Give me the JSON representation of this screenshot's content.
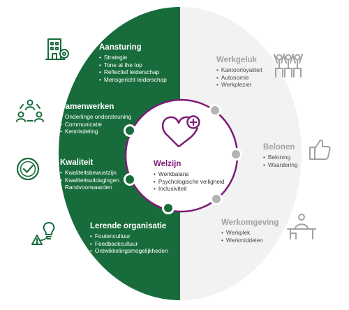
{
  "colors": {
    "green": "#186c3b",
    "light_grey": "#f2f2f2",
    "purple": "#7b1b75",
    "node_grey": "#b3b3b3"
  },
  "center": {
    "title": "Welzijn",
    "items": [
      "Werkbalans",
      "Psychologische veiligheid",
      "Inclusiviteit"
    ],
    "icon": "heart-plus-icon"
  },
  "left_sections": [
    {
      "title": "Aansturing",
      "items": [
        "Strategie",
        "Tone at the top",
        "Reflectief leiderschap",
        "Mensgericht leiderschap"
      ],
      "icon": "building-gear-icon"
    },
    {
      "title": "Samenwerken",
      "items": [
        "Onderlinge ondersteuning",
        "Communicatie",
        "Kennisdeling"
      ],
      "icon": "people-cycle-icon"
    },
    {
      "title": "Kwaliteit",
      "items": [
        "Kwaliteitsbewustzijn",
        "Kwaliteitsuitdagingen",
        "Randvoorwaarden"
      ],
      "icon": "check-circle-icon"
    },
    {
      "title": "Lerende organisatie",
      "items": [
        "Foutencultuur",
        "Feedbackcultuur",
        "Ontwikkelingsmogelijkheden"
      ],
      "icon": "lightbulb-warning-icon"
    }
  ],
  "right_sections": [
    {
      "title": "Werkgeluk",
      "items": [
        "Kantoorloyaliteit",
        "Autonomie",
        "Werkplezier"
      ],
      "icon": "cheering-people-icon"
    },
    {
      "title": "Belonen",
      "items": [
        "Beloning",
        "Waardering"
      ],
      "icon": "thumbs-up-icon"
    },
    {
      "title": "Werkomgeving",
      "items": [
        "Werkplek",
        "Werkmiddelen"
      ],
      "icon": "person-at-desk-icon"
    }
  ]
}
